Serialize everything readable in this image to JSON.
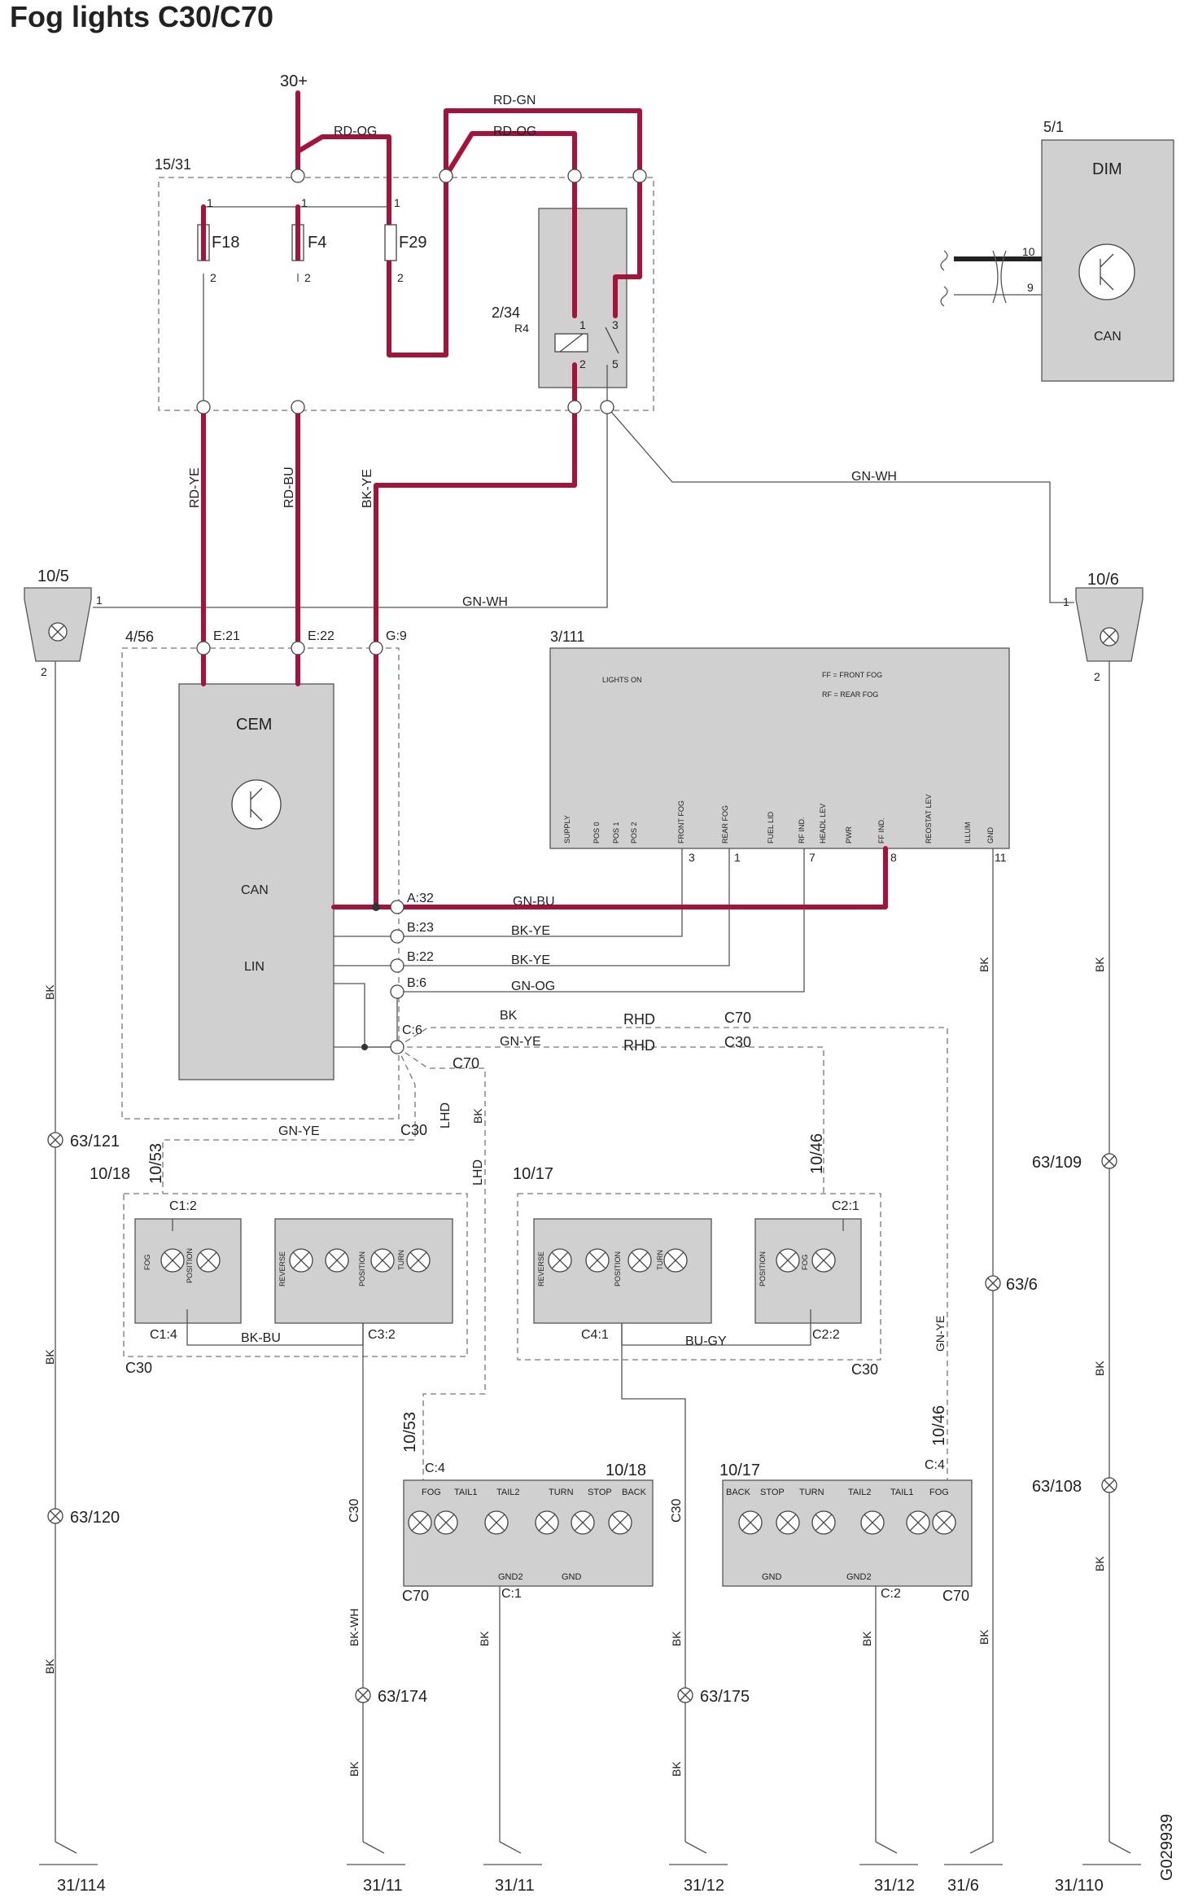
{
  "title": "Fog lights C30/C70",
  "figure_id": "G029939",
  "supply": "30+",
  "wires": {
    "rd_gn": "RD-GN",
    "rd_og": "RD-OG",
    "rd_ye": "RD-YE",
    "rd_bu": "RD-BU",
    "bk_ye": "BK-YE",
    "gn_wh": "GN-WH",
    "gn_bu": "GN-BU",
    "gn_og": "GN-OG",
    "gn_ye": "GN-YE",
    "bk": "BK",
    "bk_bu": "BK-BU",
    "bu_gy": "BU-GY",
    "bk_wh": "BK-WH"
  },
  "variants": {
    "rhd": "RHD",
    "lhd": "LHD",
    "c70": "C70",
    "c30": "C30"
  },
  "components": {
    "fusebox": {
      "id": "15/31",
      "fuses": [
        "F18",
        "F4",
        "F29"
      ]
    },
    "relay": {
      "id": "2/34",
      "name": "R4"
    },
    "dim": {
      "id": "5/1",
      "name": "DIM",
      "can": "CAN"
    },
    "cem": {
      "id": "4/56",
      "name": "CEM",
      "can": "CAN",
      "lin": "LIN"
    },
    "switch": {
      "id": "3/111",
      "lights_on": "LIGHTS ON",
      "ff": "FF = FRONT FOG",
      "rf": "RF = REAR FOG",
      "labels": [
        "SUPPLY",
        "POS 0",
        "POS 1",
        "POS 2",
        "FRONT FOG",
        "REAR FOG",
        "FUEL LID",
        "RF IND.",
        "HEADL LEV",
        "PWR",
        "FF IND.",
        "REOSTAT LEV",
        "ILLUM",
        "GND"
      ]
    },
    "fog_left": "10/5",
    "fog_right": "10/6",
    "lamp_10_18": "10/18",
    "lamp_10_17": "10/17",
    "conn_10_53": "10/53",
    "conn_10_46": "10/46"
  },
  "pins": {
    "one": "1",
    "two": "2",
    "three": "3",
    "five": "5",
    "seven": "7",
    "eight": "8",
    "nine": "9",
    "ten": "10",
    "eleven": "11",
    "e21": "E:21",
    "e22": "E:22",
    "g9": "G:9",
    "a32": "A:32",
    "b23": "B:23",
    "b22": "B:22",
    "b6": "B:6",
    "c6": "C:6",
    "c1_2": "C1:2",
    "c1_4": "C1:4",
    "c3_2": "C3:2",
    "c2_1": "C2:1",
    "c4_1": "C4:1",
    "c2_2": "C2:2",
    "c4": "C:4",
    "c1": "C:1",
    "c2": "C:2"
  },
  "lamp_labels": {
    "fog": "FOG",
    "position": "POSITION",
    "reverse": "REVERSE",
    "turn": "TURN",
    "tail1": "TAIL1",
    "tail2": "TAIL2",
    "stop": "STOP",
    "back": "BACK",
    "gnd": "GND",
    "gnd2": "GND2"
  },
  "splices": [
    "63/121",
    "63/120",
    "63/174",
    "63/175",
    "63/6",
    "63/109",
    "63/108"
  ],
  "grounds": [
    "31/114",
    "31/11",
    "31/11",
    "31/12",
    "31/12",
    "31/6",
    "31/110"
  ]
}
